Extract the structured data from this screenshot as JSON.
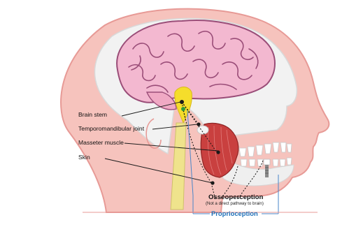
{
  "labels": {
    "brain_stem": "Brain stem",
    "tmj": "Temporomandibular joint",
    "masseter": "Masseter muscle",
    "skin": "Skin",
    "osseoperception": "Osseoperception",
    "osseo_note": "(Not a direct pathway to brain)",
    "proprioception": "Proprioception"
  },
  "colors": {
    "skin": "#f6c3bd",
    "skin_outline": "#e79a96",
    "brain": "#f3b8d0",
    "brain_outline": "#9a4d78",
    "bone": "#f2f2f2",
    "brain_stem": "#f5dd2b",
    "muscle": "#c9403f",
    "proprioception_blue": "#1d6fb8"
  }
}
